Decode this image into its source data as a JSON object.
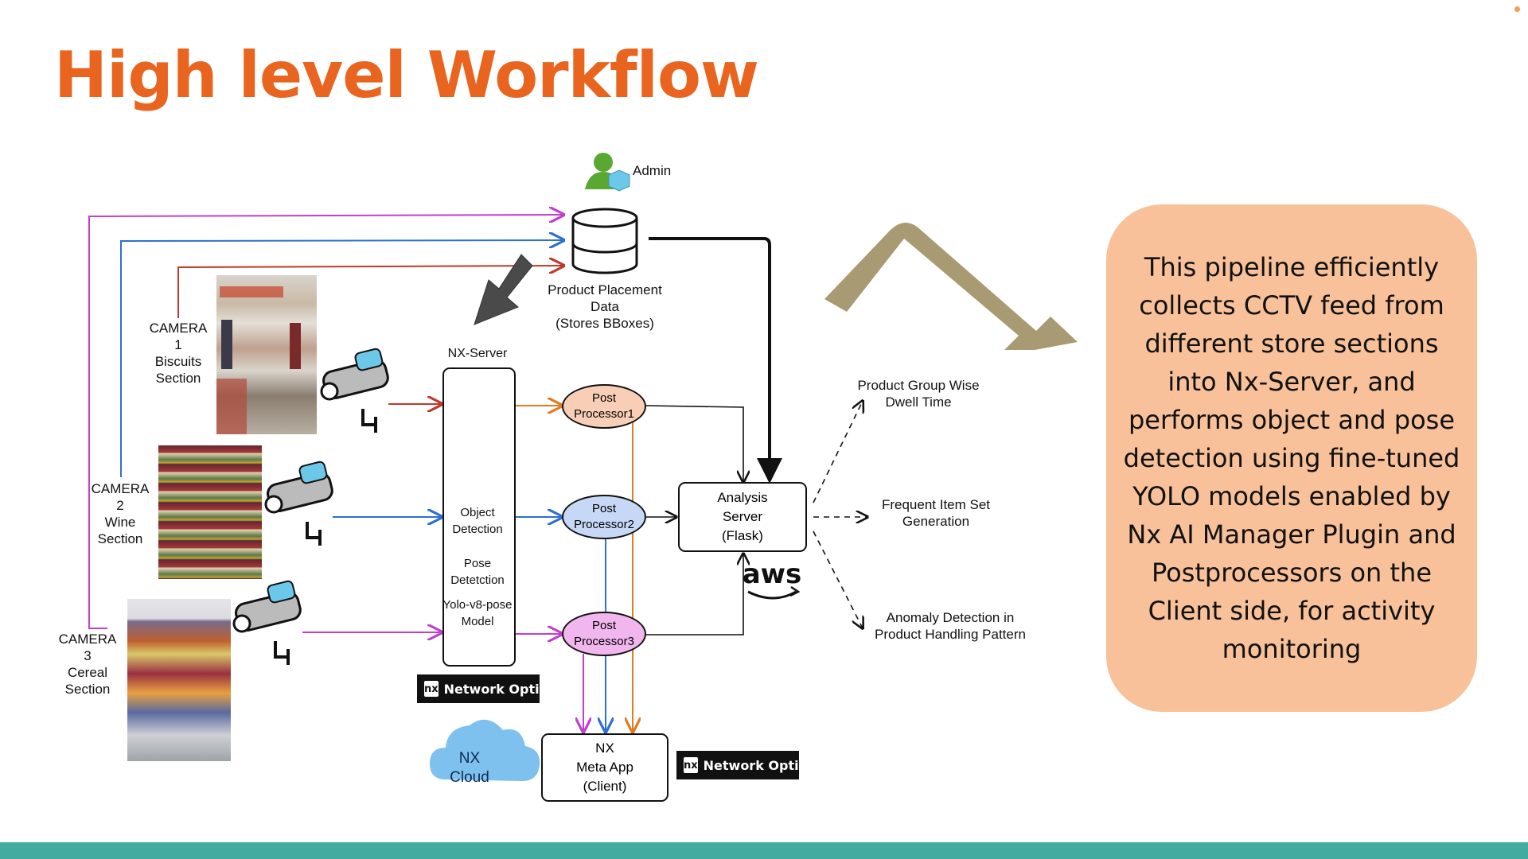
{
  "title": "High level Workflow",
  "admin": {
    "label": "Admin",
    "icon": "admin-user-icon"
  },
  "database": {
    "label_lines": [
      "Product Placement",
      "Data",
      "(Stores BBoxes)"
    ]
  },
  "cameras": [
    {
      "lines": [
        "CAMERA",
        "1",
        "Biscuits",
        "Section"
      ],
      "color": "#c0392b"
    },
    {
      "lines": [
        "CAMERA",
        "2",
        "Wine",
        "Section"
      ],
      "color": "#2e6fd0"
    },
    {
      "lines": [
        "CAMERA",
        "3",
        "Cereal",
        "Section"
      ],
      "color": "#c23fcf"
    }
  ],
  "nx_server": {
    "title": "NX-Server",
    "object_detection": [
      "Object",
      "Detection"
    ],
    "pose_detection": [
      "Pose",
      "Detetction"
    ],
    "model": [
      "Yolo-v8-pose",
      "Model"
    ]
  },
  "post_processors": [
    {
      "lines": [
        "Post",
        "Processor1"
      ],
      "fill": "#f8cfb6"
    },
    {
      "lines": [
        "Post",
        "Processor2"
      ],
      "fill": "#c6d8f5"
    },
    {
      "lines": [
        "Post",
        "Processor3"
      ],
      "fill": "#f2b6ee"
    }
  ],
  "analysis_server": {
    "lines": [
      "Analysis",
      "Server",
      "(Flask)"
    ]
  },
  "aws_label": "aws",
  "outputs": [
    [
      "Product Group Wise",
      "Dwell Time"
    ],
    [
      "Frequent Item Set",
      "Generation"
    ],
    [
      "Anomaly Detection in",
      "Product Handling Pattern"
    ]
  ],
  "nx_meta_app": {
    "lines": [
      "NX",
      "Meta App",
      "(Client)"
    ]
  },
  "nx_cloud": {
    "lines": [
      "NX",
      "Cloud"
    ]
  },
  "network_optix": {
    "mark": "nx",
    "label": "Network Optix"
  },
  "summary": "This pipeline efficiently collects CCTV feed from different store sections into Nx-Server, and performs object and pose detection using fine-tuned YOLO models enabled by Nx AI Manager Plugin and Postprocessors on the Client side, for activity monitoring",
  "colors": {
    "title": "#e8641f",
    "accent_bar": "#43ab9f",
    "summary_bg": "#f8c199",
    "big_arrow": "#a89a72"
  }
}
